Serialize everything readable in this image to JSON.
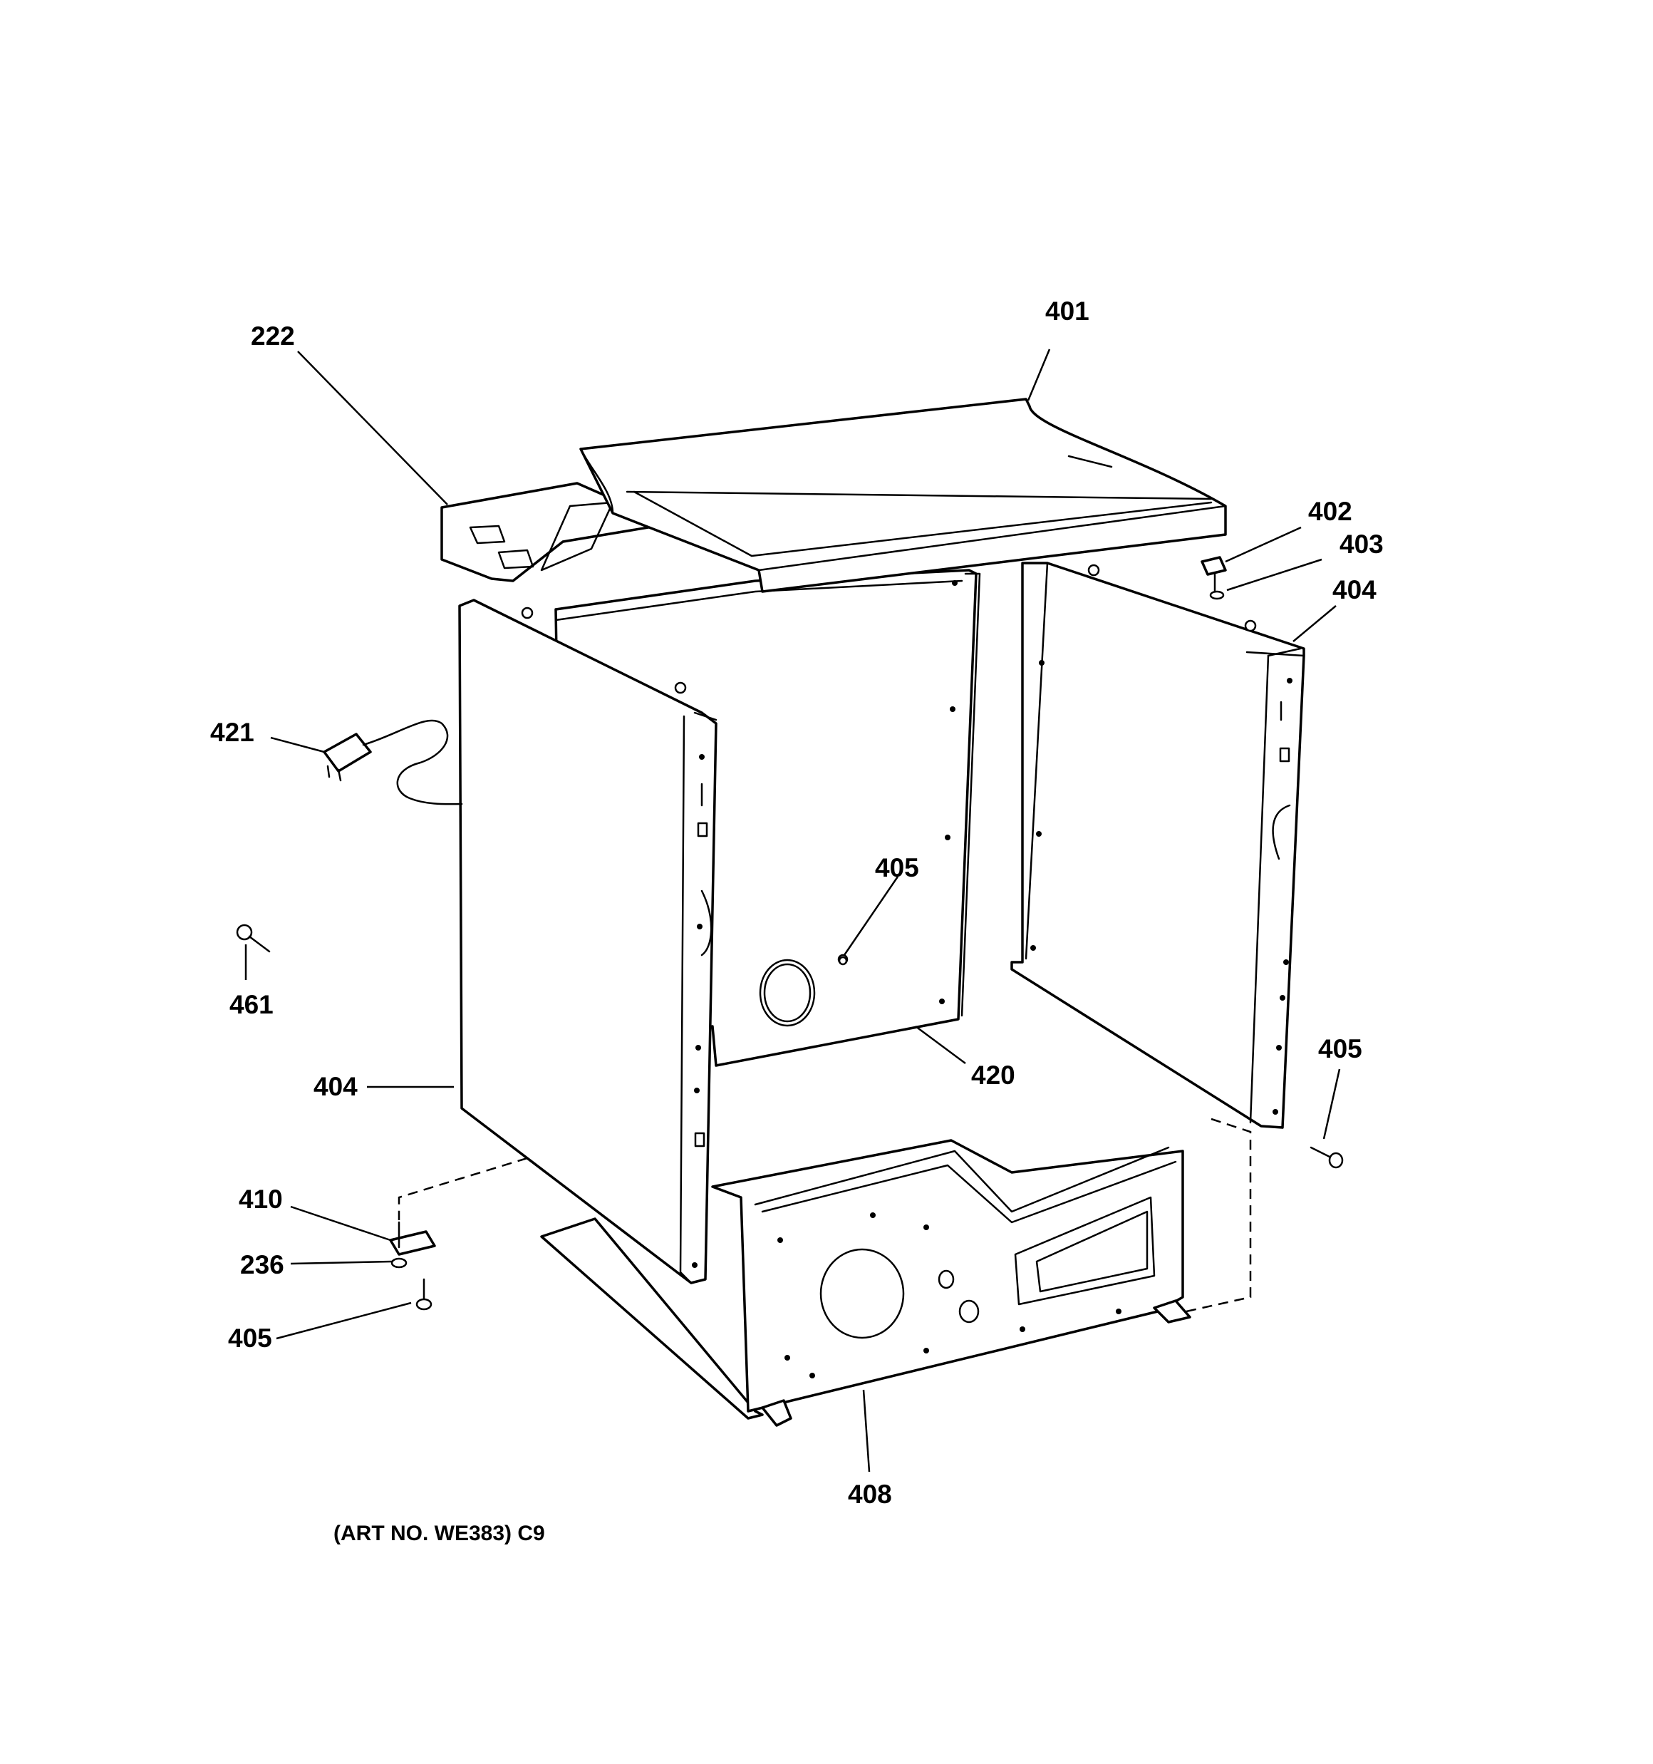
{
  "callouts": {
    "c222": "222",
    "c401": "401",
    "c402": "402",
    "c403": "403",
    "c404_right": "404",
    "c421": "421",
    "c405_back": "405",
    "c461": "461",
    "c405_right": "405",
    "c420": "420",
    "c404_left": "404",
    "c410": "410",
    "c236": "236",
    "c405_bottom": "405",
    "c408": "408"
  },
  "art_number": "(ART NO. WE383) C9"
}
